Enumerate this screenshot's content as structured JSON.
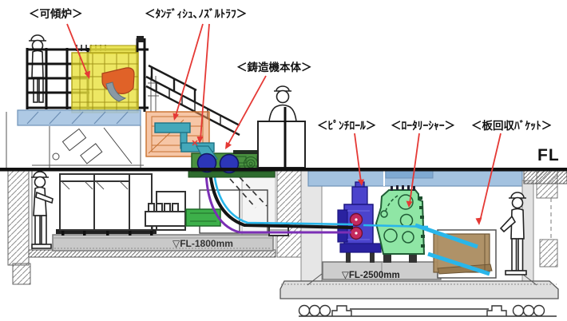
{
  "diagram": {
    "labels": {
      "tilting_furnace": "＜可傾炉＞",
      "tundish_nozzle_trough": "＜ﾀﾝﾃﾞｨｼｭ､ﾉｽﾞﾙﾄﾗﾌ＞",
      "casting_machine_body": "＜鋳造機本体＞",
      "pinch_roll": "＜ﾋﾟﾝﾁﾛｰﾙ＞",
      "rotary_shear": "＜ﾛｰﾀﾘｰｼｬｰ＞",
      "plate_recovery_bucket": "＜板回収ﾊﾞｹｯﾄ＞"
    },
    "floor_markers": {
      "floor_level": "FL",
      "pit1_depth": "▽FL-1800mm",
      "pit2_depth": "▽FL-2500mm"
    },
    "colors": {
      "furnace_highlight": "#e9e13c",
      "ladle_orange": "#e06228",
      "tundish_highlight": "#ee985c",
      "trough_teal": "#44a8ba",
      "caster_green": "#4a9140",
      "caster_roll_blue": "#2c36b8",
      "platform_blue": "#a3c2e0",
      "pinch_roll_blue": "#4b43cc",
      "pinch_roll_crimson": "#c42a5e",
      "shear_green": "#8fe6a5",
      "bucket_brown": "#ab8c60",
      "strip_cyan": "#29b6ea",
      "cable_purple": "#7b2fb5",
      "annotation_red": "#e53935",
      "concrete_gray": "#c9c9c9"
    }
  }
}
